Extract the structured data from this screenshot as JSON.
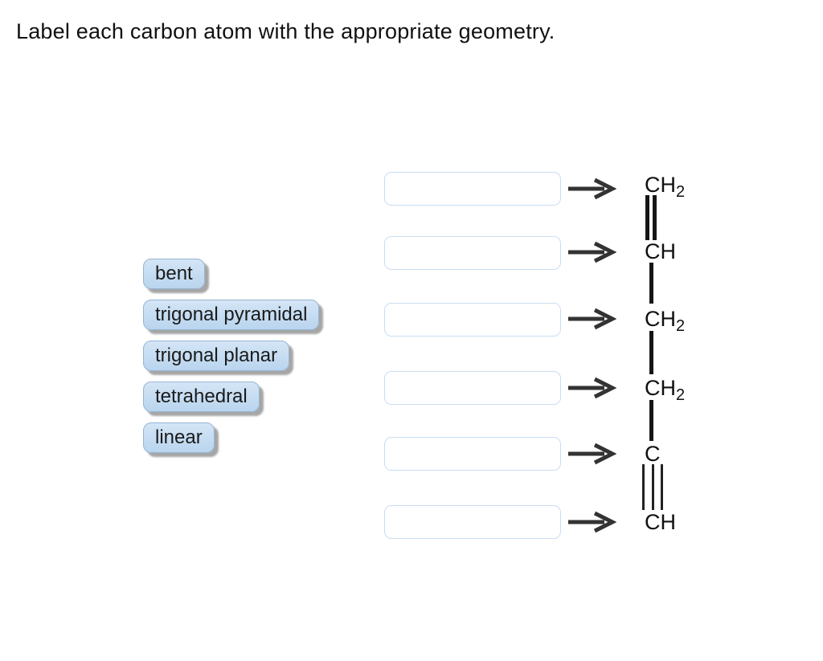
{
  "title": "Label each carbon atom with the appropriate geometry.",
  "chips": [
    {
      "label": "bent"
    },
    {
      "label": "trigonal pyramidal"
    },
    {
      "label": "trigonal planar"
    },
    {
      "label": "tetrahedral"
    },
    {
      "label": "linear"
    }
  ],
  "rows": [
    {
      "value": "",
      "atom": {
        "base": "CH",
        "sub": "2"
      }
    },
    {
      "value": "",
      "atom": {
        "base": "CH",
        "sub": ""
      }
    },
    {
      "value": "",
      "atom": {
        "base": "CH",
        "sub": "2"
      }
    },
    {
      "value": "",
      "atom": {
        "base": "CH",
        "sub": "2"
      }
    },
    {
      "value": "",
      "atom": {
        "base": "C",
        "sub": ""
      }
    },
    {
      "value": "",
      "atom": {
        "base": "CH",
        "sub": ""
      }
    }
  ],
  "molecule": {
    "formula": "CH2=CH-CH2-CH2-C#CH",
    "bonds": [
      "double",
      "single",
      "single",
      "single",
      "triple"
    ]
  },
  "colors": {
    "chip_bg": "#bdd7ee",
    "chip_border": "#96b5d2",
    "chip_shadow": "#a6a6a6",
    "dropbox_border": "#c9ddf3",
    "arrow": "#333333",
    "text": "#111111"
  }
}
